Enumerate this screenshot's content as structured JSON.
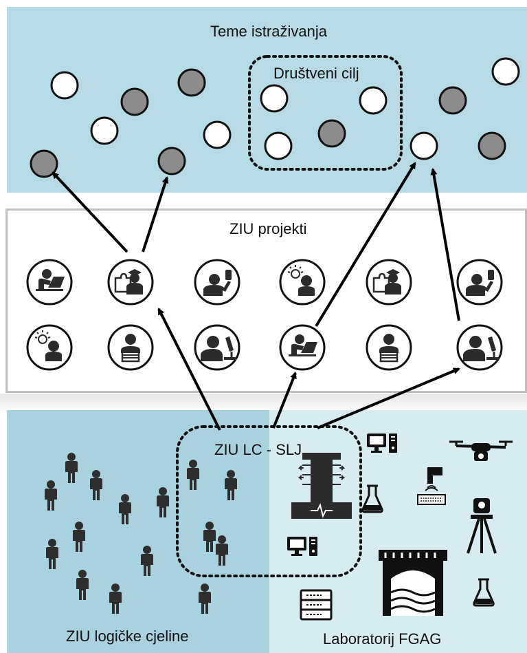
{
  "topic_panel": {
    "title": "Teme istraživanja",
    "goal_label": "Društveni cilj"
  },
  "project_panel": {
    "title": "ZIU projekti"
  },
  "center_group": {
    "label": "ZIU LC - SLJ"
  },
  "bottom_left": {
    "caption": "ZIU logičke cjeline"
  },
  "bottom_right": {
    "caption": "Laboratorij FGAG"
  },
  "colors": {
    "topic_bg": "#b6dbe4",
    "units_bg": "#a9d2df",
    "lab_bg": "#d7ebf1",
    "grey_topic": "#8c8c8c",
    "icon_ink": "#2b2b2b"
  }
}
